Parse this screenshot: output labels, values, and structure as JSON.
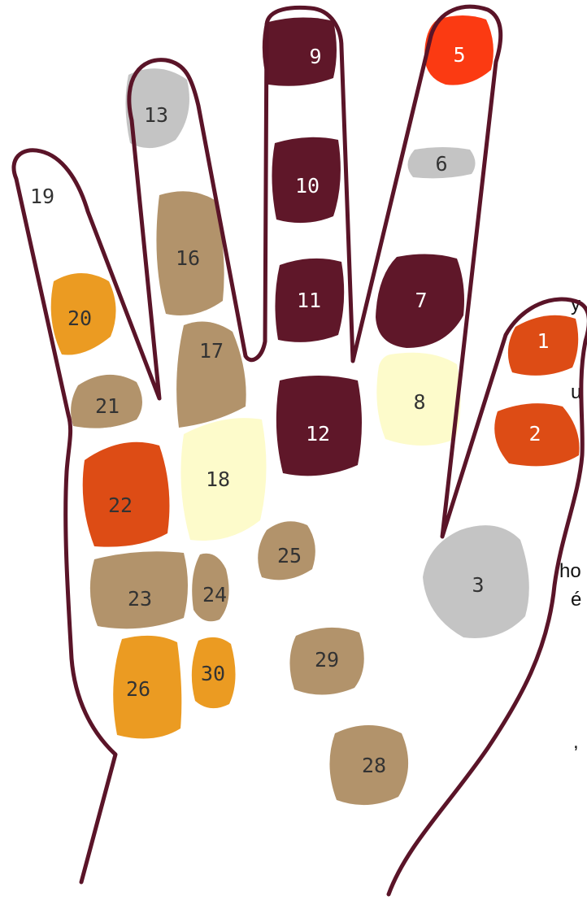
{
  "colors": {
    "outline": "#5a1428",
    "maroon": "#5f1729",
    "red": "#fb3a12",
    "orange": "#dd4c15",
    "amber": "#eb9b22",
    "tan": "#b2936b",
    "cream": "#fdfbcb",
    "gray": "#c4c4c4",
    "label_light": "#ffffff",
    "label_dark": "#333333"
  },
  "edge_text": [
    "y",
    "u",
    "ho",
    "é",
    ","
  ],
  "zones": [
    {
      "number": "1",
      "color_key": "orange",
      "label_color": "label_light"
    },
    {
      "number": "2",
      "color_key": "orange",
      "label_color": "label_light"
    },
    {
      "number": "3",
      "color_key": "gray",
      "label_color": "label_dark"
    },
    {
      "number": "5",
      "color_key": "red",
      "label_color": "label_light"
    },
    {
      "number": "6",
      "color_key": "gray",
      "label_color": "label_dark"
    },
    {
      "number": "7",
      "color_key": "maroon",
      "label_color": "label_light"
    },
    {
      "number": "8",
      "color_key": "cream",
      "label_color": "label_dark"
    },
    {
      "number": "9",
      "color_key": "maroon",
      "label_color": "label_light"
    },
    {
      "number": "10",
      "color_key": "maroon",
      "label_color": "label_light"
    },
    {
      "number": "11",
      "color_key": "maroon",
      "label_color": "label_light"
    },
    {
      "number": "12",
      "color_key": "maroon",
      "label_color": "label_light"
    },
    {
      "number": "13",
      "color_key": "gray",
      "label_color": "label_dark"
    },
    {
      "number": "16",
      "color_key": "tan",
      "label_color": "label_dark"
    },
    {
      "number": "17",
      "color_key": "tan",
      "label_color": "label_dark"
    },
    {
      "number": "18",
      "color_key": "cream",
      "label_color": "label_dark"
    },
    {
      "number": "19",
      "color_key": "none",
      "label_color": "label_dark"
    },
    {
      "number": "20",
      "color_key": "amber",
      "label_color": "label_dark"
    },
    {
      "number": "21",
      "color_key": "tan",
      "label_color": "label_dark"
    },
    {
      "number": "22",
      "color_key": "orange",
      "label_color": "label_dark"
    },
    {
      "number": "23",
      "color_key": "tan",
      "label_color": "label_dark"
    },
    {
      "number": "24",
      "color_key": "tan",
      "label_color": "label_dark"
    },
    {
      "number": "25",
      "color_key": "tan",
      "label_color": "label_dark"
    },
    {
      "number": "26",
      "color_key": "amber",
      "label_color": "label_dark"
    },
    {
      "number": "28",
      "color_key": "tan",
      "label_color": "label_dark"
    },
    {
      "number": "29",
      "color_key": "tan",
      "label_color": "label_dark"
    },
    {
      "number": "30",
      "color_key": "amber",
      "label_color": "label_dark"
    }
  ]
}
